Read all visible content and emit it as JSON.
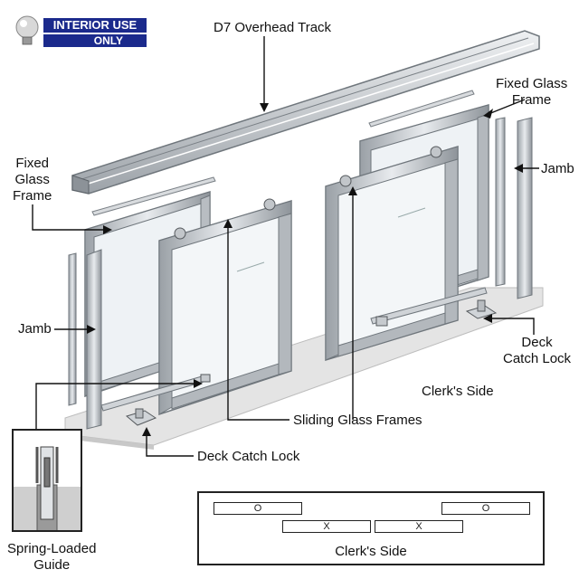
{
  "badge": {
    "line1": "INTERIOR USE",
    "line2": "ONLY"
  },
  "labels": {
    "overhead_track": "D7 Overhead Track",
    "fixed_glass_frame_right": "Fixed Glass\nFrame",
    "fixed_glass_frame_left": "Fixed\nGlass\nFrame",
    "jamb_right": "Jamb",
    "jamb_left": "Jamb",
    "deck_catch_lock_right": "Deck\nCatch Lock",
    "clerks_side_top": "Clerk's Side",
    "sliding_glass_frames": "Sliding Glass Frames",
    "deck_catch_lock_bottom": "Deck Catch Lock",
    "spring_loaded_guide": "Spring-Loaded\nGuide"
  },
  "legend": {
    "panels_top": [
      "O",
      "O"
    ],
    "panels_bottom": [
      "X",
      "X"
    ],
    "caption": "Clerk's Side"
  },
  "colors": {
    "badge": "#1b2a8c",
    "metal": "#c9cdd2",
    "deck": "#e6e6e6",
    "glass": "#eef2f5"
  }
}
